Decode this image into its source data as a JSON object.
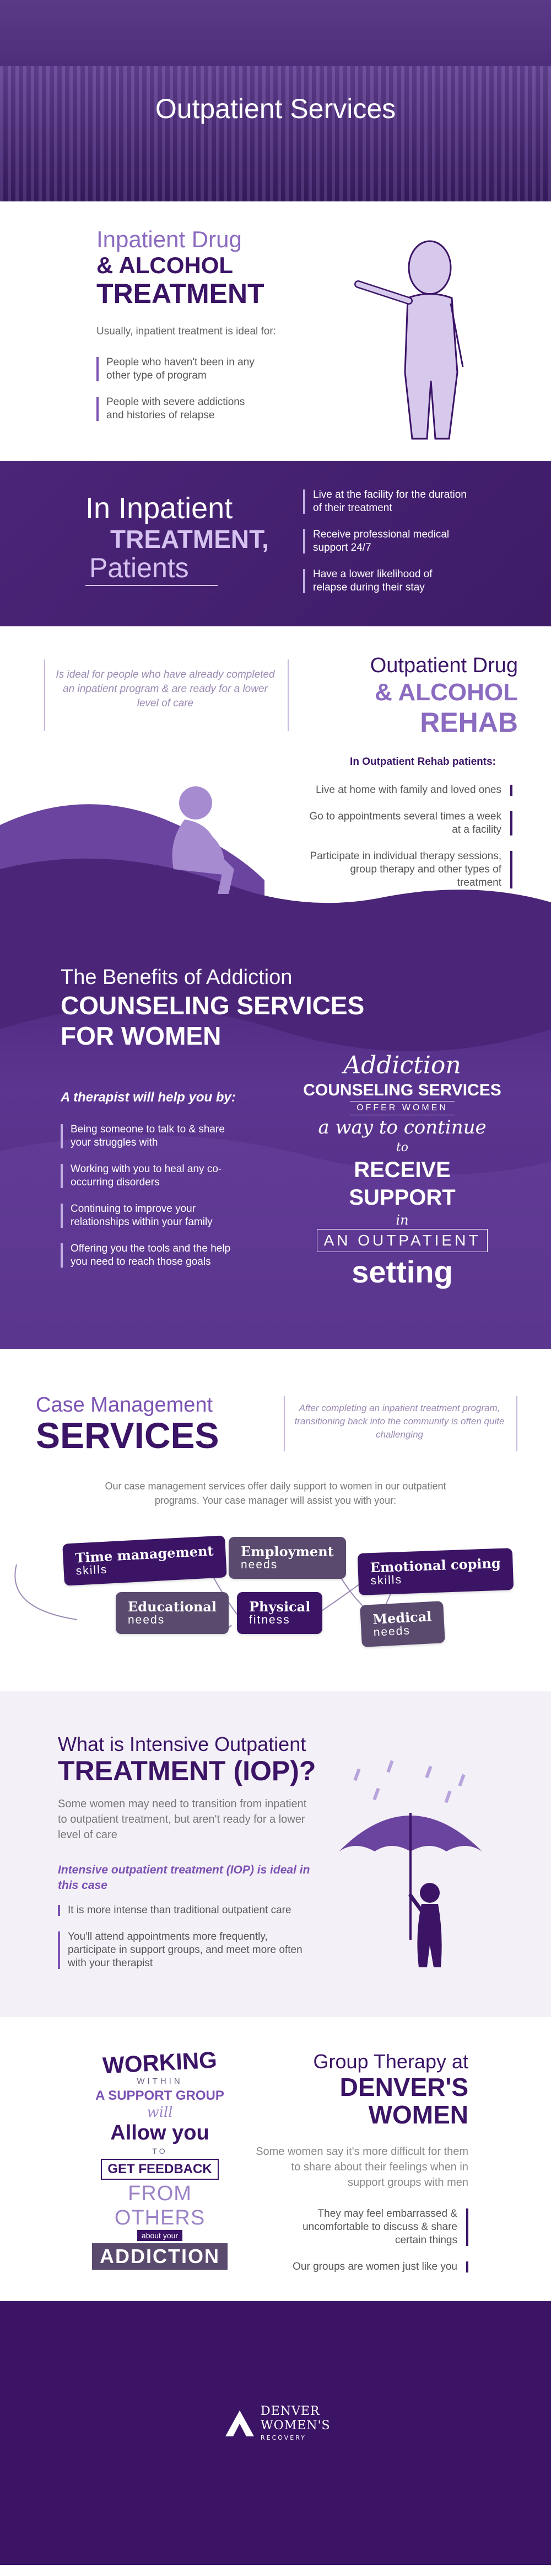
{
  "header": {
    "title": "Outpatient Services"
  },
  "inpatient": {
    "title_line1": "Inpatient Drug",
    "title_line2": "& ALCOHOL",
    "title_line3": "TREATMENT",
    "intro": "Usually, inpatient treatment is ideal for:",
    "items": [
      "People who haven't been in any other type of program",
      "People with severe addictions and histories of relapse"
    ]
  },
  "in_inpatient": {
    "line1": "In Inpatient",
    "line2": "TREATMENT,",
    "line3": "Patients",
    "items": [
      "Live at the facility for the duration of their treatment",
      "Receive professional medical support 24/7",
      "Have a lower likelihood of relapse during their stay"
    ]
  },
  "outpatient": {
    "quote": "Is ideal for people who have already completed an inpatient program & are ready for a lower level of care",
    "title_line1": "Outpatient Drug",
    "title_line2": "& ALCOHOL",
    "title_line3": "REHAB",
    "subtitle": "In Outpatient Rehab patients:",
    "items": [
      "Live at home with family and loved ones",
      "Go to appointments several times a week at a facility",
      "Participate in individual therapy sessions, group therapy and other types of treatment"
    ]
  },
  "benefits": {
    "title_line1": "The Benefits of Addiction",
    "title_line2": "COUNSELING SERVICES",
    "title_line3": "FOR WOMEN",
    "subtitle": "A therapist will help you by:",
    "items": [
      "Being someone to talk to & share your struggles with",
      "Working with you to heal any co-occurring disorders",
      "Continuing to improve your relationships within your family",
      "Offering you the tools and the help you need to reach those goals"
    ],
    "art": {
      "l1": "Addiction",
      "l2": "COUNSELING SERVICES",
      "l3": "OFFER WOMEN",
      "l4": "a way to continue",
      "l5": "to",
      "l6": "RECEIVE SUPPORT",
      "l7": "in",
      "l8": "AN OUTPATIENT",
      "l9": "setting"
    }
  },
  "case": {
    "title_line1": "Case Management",
    "title_line2": "SERVICES",
    "quote": "After completing an inpatient treatment program, transitioning back into the community is often quite challenging",
    "intro": "Our case management services offer daily support to women in our outpatient programs. Your case manager will assist you with your:",
    "tags": [
      {
        "t1": "Time management",
        "t2": "skills"
      },
      {
        "t1": "Employment",
        "t2": "needs"
      },
      {
        "t1": "Emotional coping",
        "t2": "skills"
      },
      {
        "t1": "Educational",
        "t2": "needs"
      },
      {
        "t1": "Physical",
        "t2": "fitness"
      },
      {
        "t1": "Medical",
        "t2": "needs"
      }
    ]
  },
  "iop": {
    "title_line1": "What is Intensive Outpatient",
    "title_line2": "TREATMENT (IOP)?",
    "intro": "Some women may need to transition from inpatient to outpatient treatment, but aren't ready for a lower level of care",
    "subtitle": "Intensive outpatient treatment (IOP) is ideal in this case",
    "items": [
      "It is more intense than traditional outpatient care",
      "You'll attend appointments more frequently, participate in support groups, and meet more often with your therapist"
    ]
  },
  "group": {
    "art": {
      "l1": "WORKING",
      "l2": "WITHIN",
      "l3": "A SUPPORT GROUP",
      "l4": "will",
      "l5": "Allow you",
      "l6": "TO",
      "l7": "GET FEEDBACK",
      "l8": "FROM OTHERS",
      "l9": "about your",
      "l10": "ADDICTION"
    },
    "title_line1": "Group Therapy at",
    "title_line2": "DENVER'S",
    "title_line3": "WOMEN",
    "intro": "Some women say it's more difficult for them to share about their feelings when in support groups with men",
    "items": [
      "They may feel embarrassed & uncomfortable to discuss & share certain things",
      "Our groups are women just like you"
    ]
  },
  "footer": {
    "logo_line1": "DENVER",
    "logo_line2": "WOMEN'S",
    "logo_line3": "RECOVERY"
  }
}
